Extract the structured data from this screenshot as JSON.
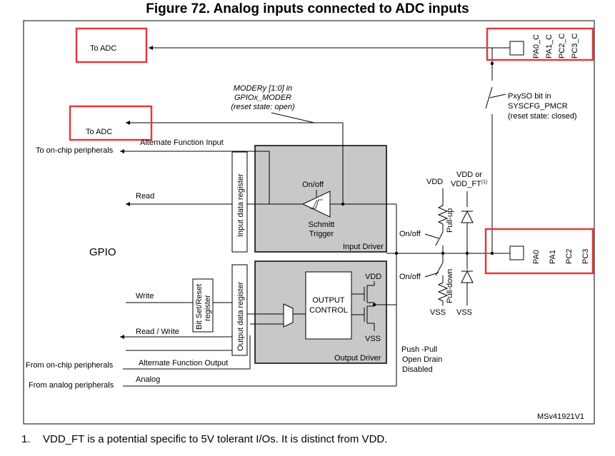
{
  "figure": {
    "title": "Figure 72. Analog inputs connected to ADC inputs",
    "footnote_number": "1.",
    "footnote_text": "VDD_FT is a potential specific to 5V tolerant I/Os. It is distinct from VDD.",
    "ref_id": "MSv41921V1"
  },
  "labels": {
    "to_adc_top": "To ADC",
    "to_adc_mid": "To ADC",
    "moder_l1": "MODERy [1:0] in",
    "moder_l2": "GPIOx_MODER",
    "moder_l3": "(reset state: open)",
    "pxyso_l1": "PxySO bit in",
    "pxyso_l2": "SYSCFG_PMCR",
    "pxyso_l3": "(reset state: closed)",
    "to_onchip": "To on-chip peripherals",
    "alt_func_input": "Alternate Function Input",
    "read": "Read",
    "gpio": "GPIO",
    "input_data_register": "Input data register",
    "onoff_schmitt": "On/off",
    "schmitt_l1": "Schmitt",
    "schmitt_l2": "Trigger",
    "input_driver": "Input Driver",
    "vdd_left": "VDD",
    "vdd_or": "VDD or",
    "vdd_ft": "VDD_FT",
    "vdd_ft_sup": "(1)",
    "pull_up": "Pull-up",
    "pull_down": "Pull-down",
    "onoff_pullup": "On/off",
    "onoff_pulldown": "On/off",
    "vss_left": "VSS",
    "vss_right": "VSS",
    "write": "Write",
    "bit_set_l1": "Bit Set/Reset",
    "bit_set_l2": "register",
    "output_data_register": "Output data register",
    "output_control_l1": "OUTPUT",
    "output_control_l2": "CONTROL",
    "vdd_out": "VDD",
    "vss_out": "VSS",
    "output_driver": "Output Driver",
    "read_write": "Read / Write",
    "from_onchip": "From on-chip peripherals",
    "alt_func_output": "Alternate Function Output",
    "analog": "Analog",
    "from_analog": "From analog peripherals",
    "push_pull": "Push -Pull",
    "open_drain": "Open Drain",
    "disabled": "Disabled"
  },
  "pins_top": [
    "PA0_C",
    "PA1_C",
    "PC2_C",
    "PC3_C"
  ],
  "pins_bottom": [
    "PA0",
    "PA1",
    "PC2",
    "PC3"
  ],
  "colors": {
    "highlight": "#e03c3c",
    "driver_fill": "#c8c8c8",
    "line": "#000000"
  }
}
